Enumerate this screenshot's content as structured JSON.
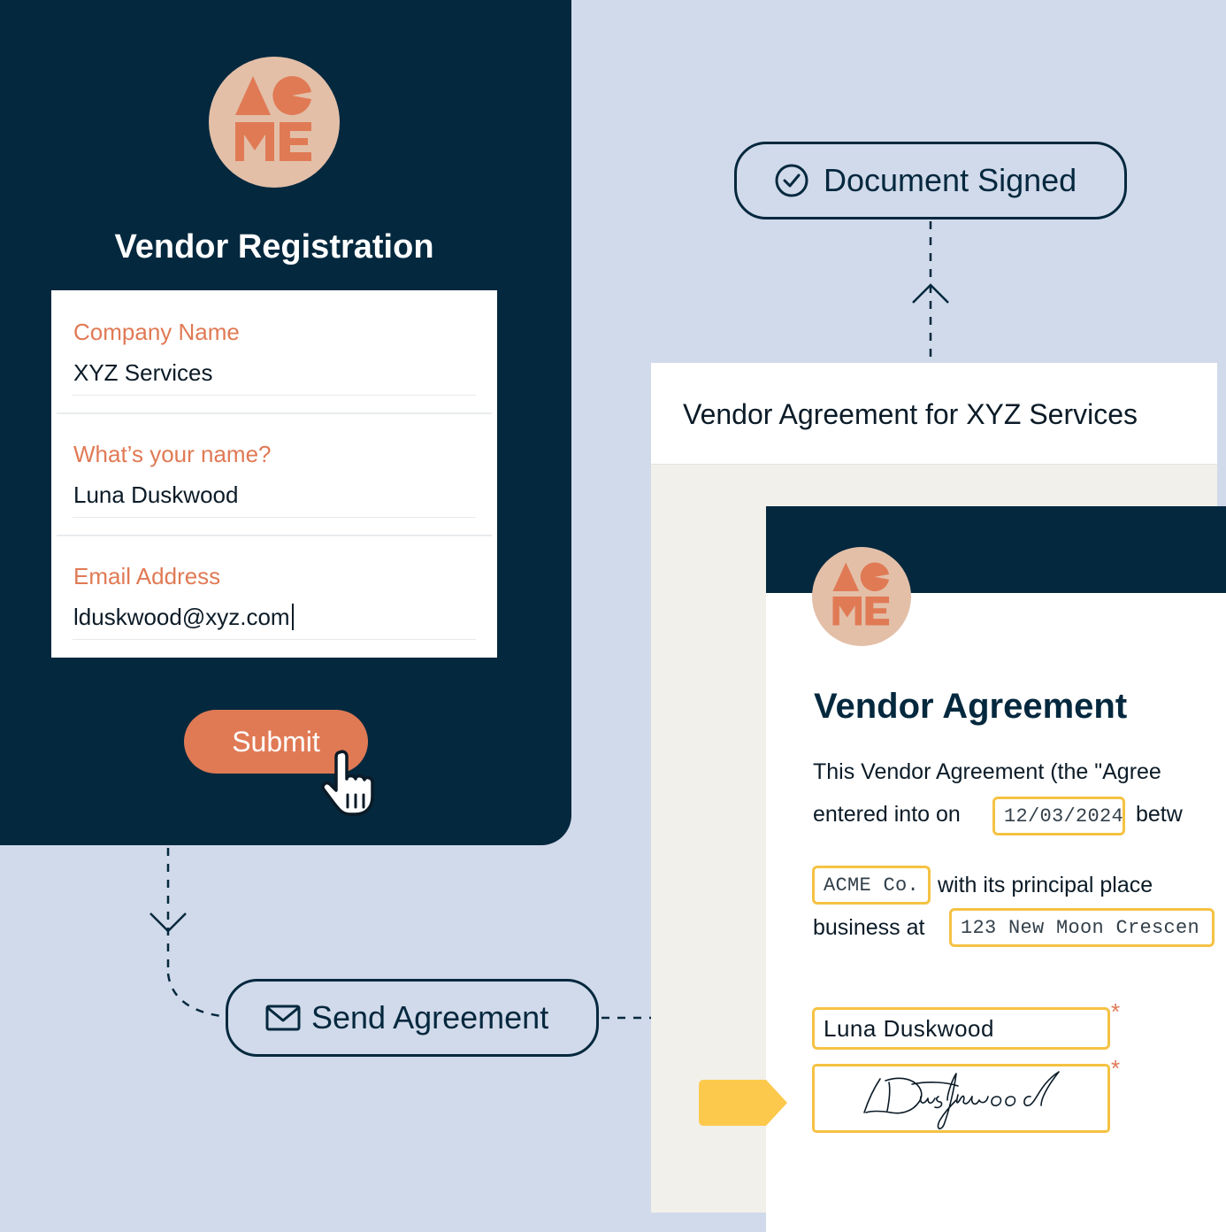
{
  "registration": {
    "title": "Vendor Registration",
    "fields": [
      {
        "label": "Company Name",
        "value": "XYZ Services"
      },
      {
        "label": "What’s your name?",
        "value": "Luna Duskwood"
      },
      {
        "label": "Email Address",
        "value": "lduskwood@xyz.com"
      }
    ],
    "submit_label": "Submit"
  },
  "flow": {
    "send_label": "Send Agreement",
    "signed_label": "Document Signed"
  },
  "agreement": {
    "window_title": "Vendor Agreement for XYZ Services",
    "doc_title": "Vendor Agreement",
    "line1": "This Vendor Agreement (the \"Agree",
    "line2_prefix": "entered into on",
    "date_value": "12/03/2024",
    "line2_suffix": "betw",
    "party_value": "ACME Co.",
    "line3_suffix": "with its principal place",
    "line4_prefix": "business at",
    "address_value": "123 New Moon Crescen",
    "name_value": "Luna Duskwood"
  },
  "colors": {
    "navy": "#04283e",
    "accent": "#e07a55",
    "field_border": "#f5c243",
    "background": "#d1daea"
  },
  "icons": [
    "acme-logo",
    "check-circle-icon",
    "envelope-icon",
    "hand-cursor-icon",
    "arrow-up-icon",
    "arrow-down-icon",
    "signature-tag-icon"
  ]
}
